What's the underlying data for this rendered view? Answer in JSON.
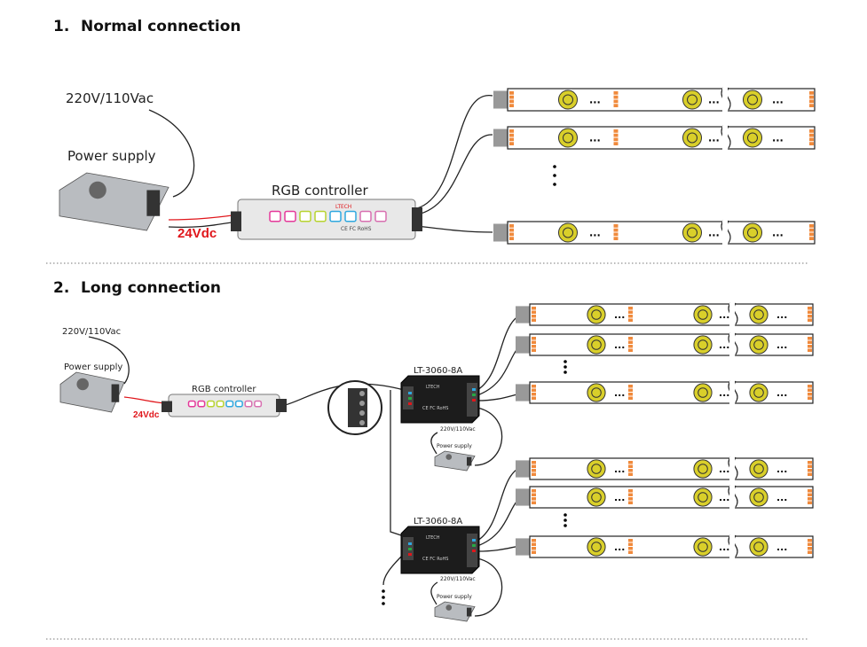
{
  "sections": [
    {
      "number": "1.",
      "title": "Normal connection"
    },
    {
      "number": "2.",
      "title": "Long connection"
    }
  ],
  "normal": {
    "mains_label": "220V/110Vac",
    "power_supply_label": "Power supply",
    "voltage_label": "24Vdc",
    "controller_label": "RGB controller",
    "controller_brand": "LTECH",
    "controller_marks": "CE FC RoHS"
  },
  "long": {
    "mains_label": "220V/110Vac",
    "power_supply_label": "Power supply",
    "voltage_label": "24Vdc",
    "controller_label": "RGB controller",
    "amplifier_label": "LT-3060-8A",
    "amplifier_brand": "LTECH",
    "amplifier_marks": "CE FC RoHS",
    "amp_mains_label": "220V/110Vac",
    "amp_power_supply_label": "Power supply"
  },
  "colors": {
    "accent_red": "#e0161b",
    "led_yellow": "#d9cf2a",
    "pad_orange": "#f08a3c",
    "amplifier": "#1c1c1c"
  },
  "strip_ellipsis": "..."
}
